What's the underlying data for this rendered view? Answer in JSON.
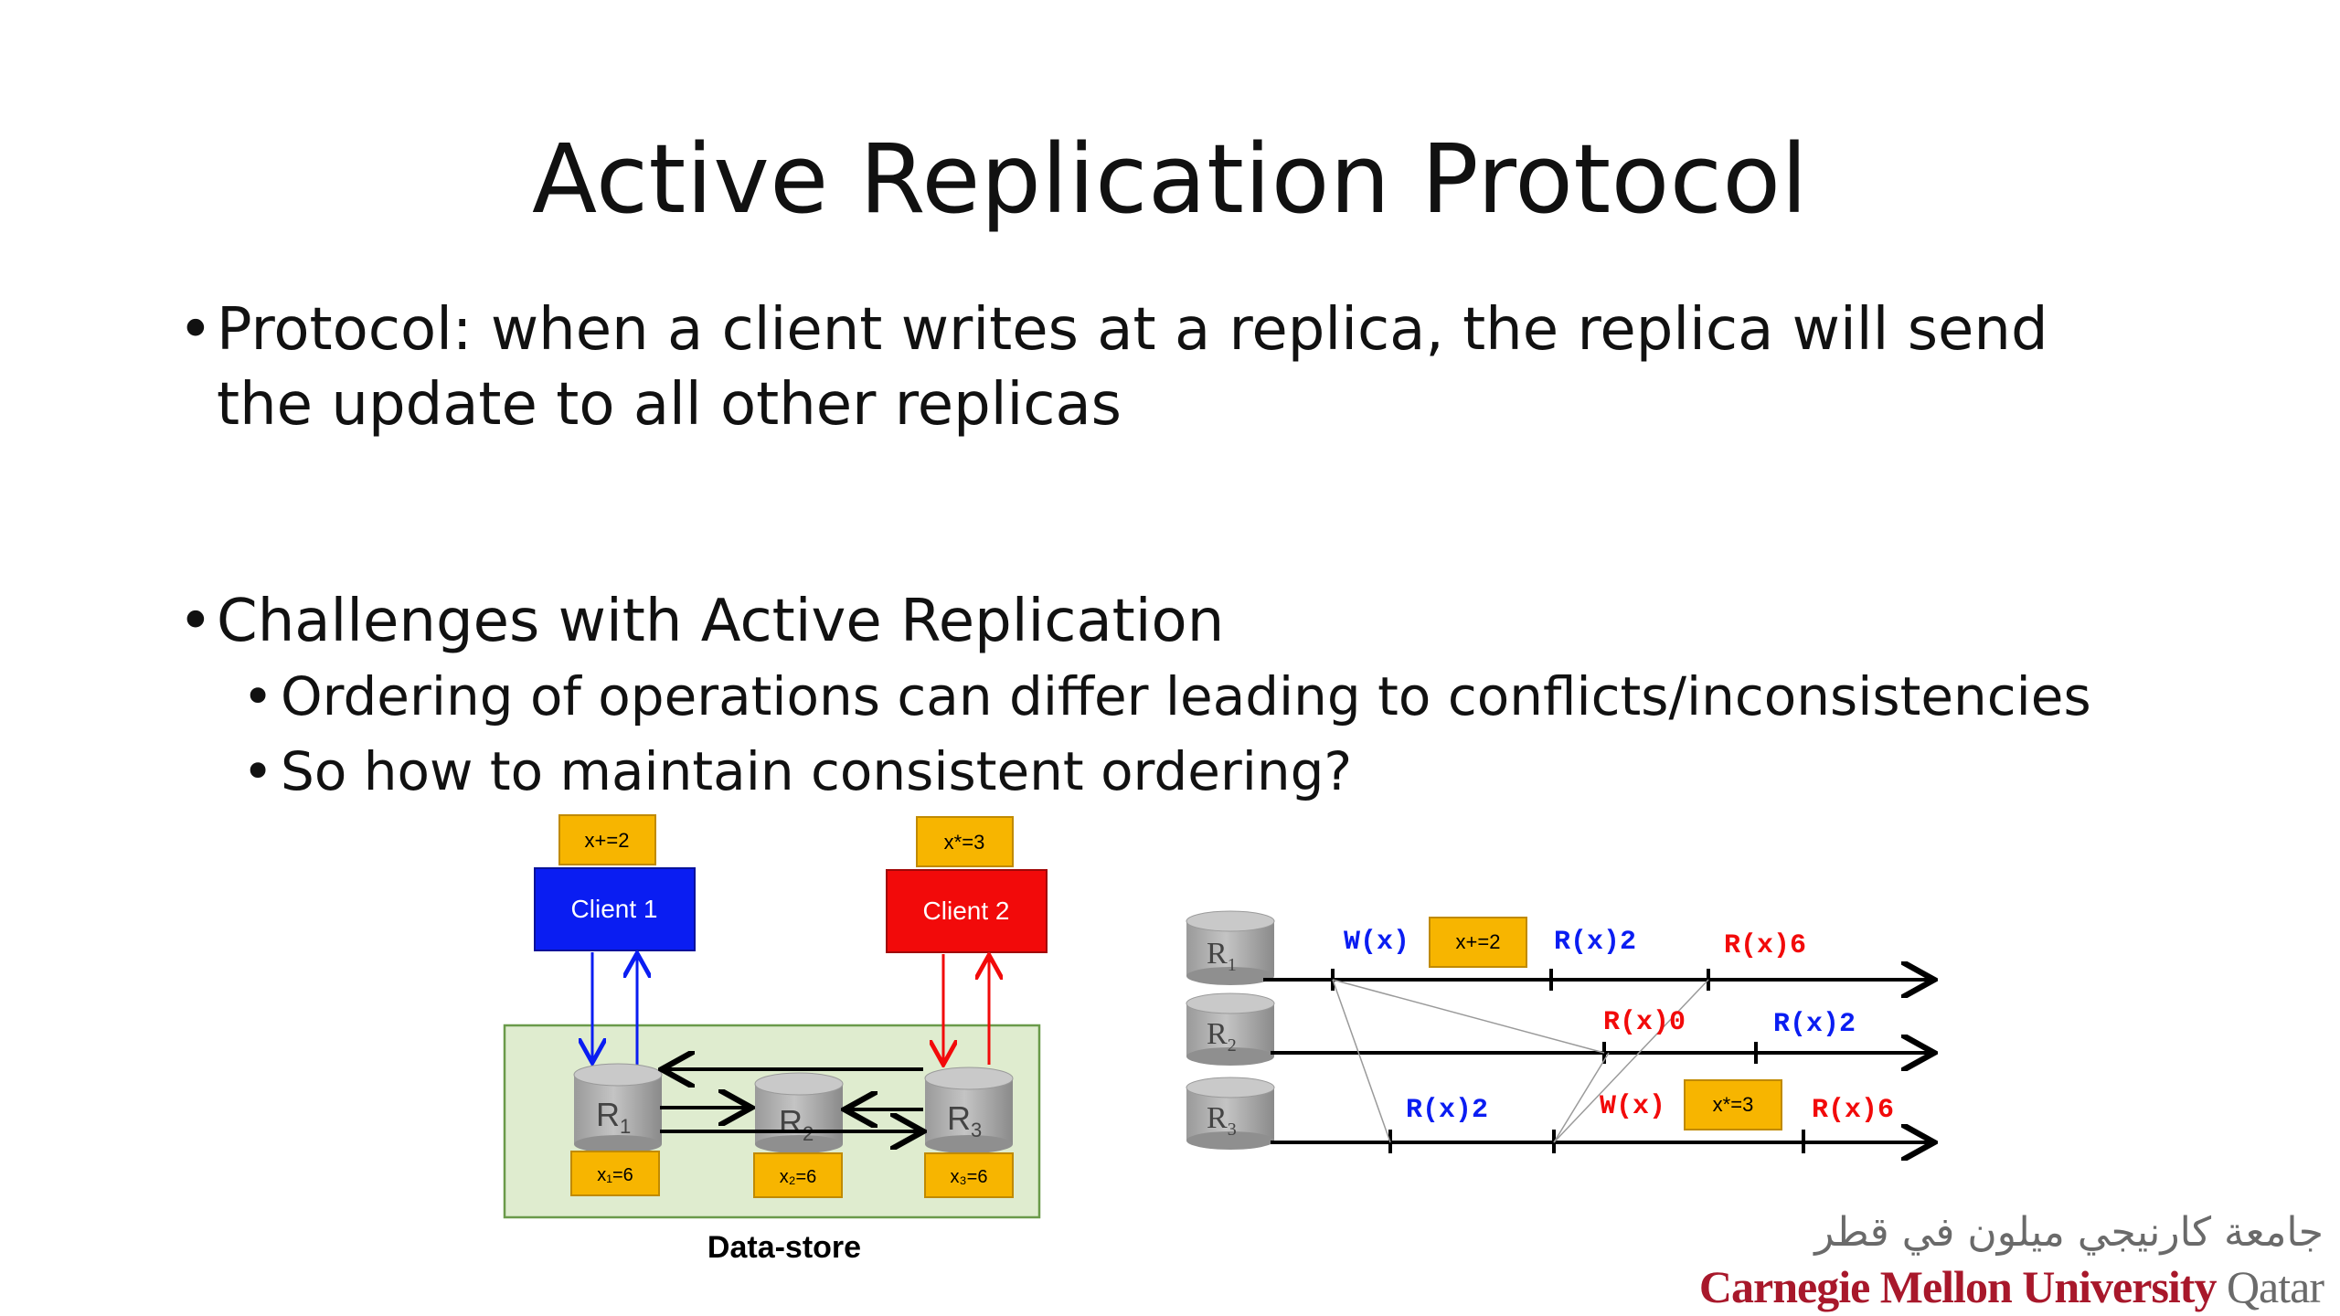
{
  "slide": {
    "title": "Active Replication Protocol",
    "bullets": [
      "Protocol: when a client writes at a replica, the replica will send the update to all other replicas",
      "Challenges with Active Replication"
    ],
    "sub_bullets": [
      "Ordering of operations can differ leading to conflicts/inconsistencies",
      "So how to maintain consistent ordering?"
    ]
  },
  "left_diagram": {
    "client1": {
      "label": "Client 1",
      "op": "x+=2",
      "color": "#0a1df2"
    },
    "client2": {
      "label": "Client 2",
      "op": "x*=3",
      "color": "#f20a0a"
    },
    "store_label": "Data-store",
    "replicas": [
      {
        "name": "R",
        "sub": "1",
        "value": "x₁=6"
      },
      {
        "name": "R",
        "sub": "2",
        "value": "x₂=6"
      },
      {
        "name": "R",
        "sub": "3",
        "value": "x₃=6"
      }
    ]
  },
  "timeline": {
    "rows": [
      {
        "name": "R",
        "sub": "1"
      },
      {
        "name": "R",
        "sub": "2"
      },
      {
        "name": "R",
        "sub": "3"
      }
    ],
    "events": {
      "r1_write": "W(x)",
      "r1_write_op": "x+=2",
      "r1_read_a": "R(x)2",
      "r1_read_b": "R(x)6",
      "r2_read_a": "R(x)0",
      "r2_read_b": "R(x)2",
      "r3_read_a": "R(x)2",
      "r3_write": "W(x)",
      "r3_write_op": "x*=3",
      "r3_read_b": "R(x)6"
    }
  },
  "logo": {
    "arabic": "جامعة كارنيجي ميلون في قطر",
    "english_main": "Carnegie Mellon University",
    "english_suffix": "Qatar"
  }
}
